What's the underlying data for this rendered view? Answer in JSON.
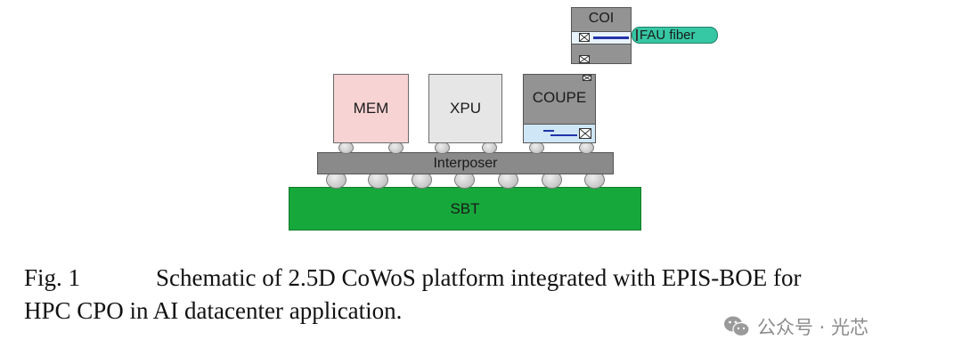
{
  "diagram": {
    "chips": {
      "mem": "MEM",
      "xpu": "XPU",
      "coupe": "COUPE",
      "coi": "COI"
    },
    "fiber_label": "FAU fiber",
    "interposer": "Interposer",
    "substrate": "SBT"
  },
  "caption": {
    "figure_number": "Fig. 1",
    "line1": "Schematic of 2.5D CoWoS platform integrated with EPIS-BOE for",
    "line2": "HPC CPO in AI datacenter application."
  },
  "watermark": {
    "icon": "wechat-icon",
    "text": "公众号 · 光芯"
  },
  "colors": {
    "mem_fill": "#f7d3d3",
    "chip_fill": "#e6e6e6",
    "coupe_fill": "#939393",
    "interposer_fill": "#8a8a8a",
    "substrate_fill": "#17a83b",
    "fiber_tag_fill": "#36c7a4",
    "waveguide": "#2233aa"
  }
}
